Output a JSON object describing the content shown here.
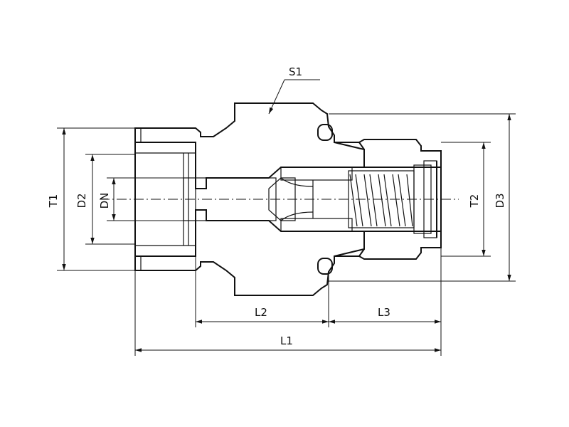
{
  "diagram": {
    "labels": {
      "s1": "S1",
      "t1": "T1",
      "d2": "D2",
      "dn": "DN",
      "t2": "T2",
      "d3": "D3",
      "l1": "L1",
      "l2": "L2",
      "l3": "L3"
    }
  }
}
